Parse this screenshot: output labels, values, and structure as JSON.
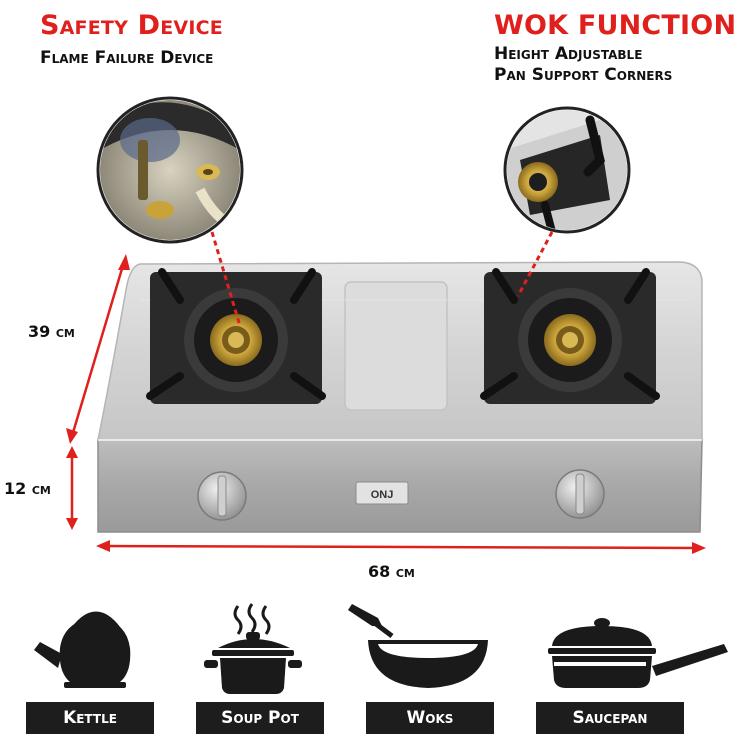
{
  "features": {
    "safety": {
      "title": "Safety Device",
      "subtitle": "Flame Failure Device"
    },
    "wok": {
      "title": "WOK FUNCTION",
      "subtitle_line1": "Height Adjustable",
      "subtitle_line2": "Pan Support Corners"
    }
  },
  "dimensions": {
    "depth": "39 cm",
    "height": "12 cm",
    "width": "68 cm"
  },
  "brand_badge": "ONJ",
  "cookware": [
    {
      "label": "Kettle",
      "icon": "kettle-icon"
    },
    {
      "label": "Soup Pot",
      "icon": "soup-pot-icon"
    },
    {
      "label": "Woks",
      "icon": "wok-icon"
    },
    {
      "label": "Saucepan",
      "icon": "saucepan-icon"
    }
  ],
  "colors": {
    "accent_red": "#e0201c",
    "label_bg": "#1d1d1d",
    "steel": "#c9c9c9"
  }
}
